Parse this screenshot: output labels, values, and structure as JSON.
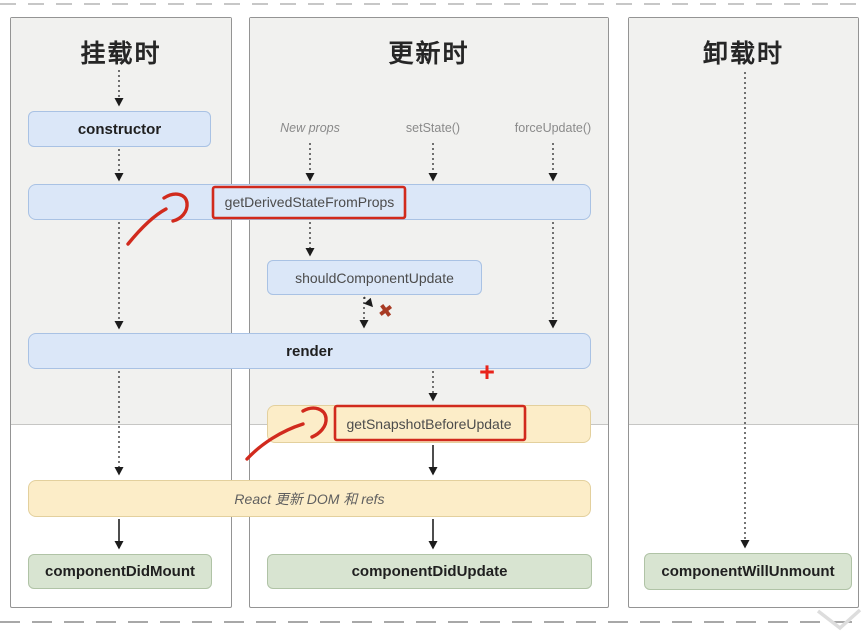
{
  "diagram": {
    "panels": [
      {
        "id": "mounting",
        "title": "挂载时"
      },
      {
        "id": "updating",
        "title": "更新时"
      },
      {
        "id": "unmounting",
        "title": "卸载时"
      }
    ],
    "triggers": {
      "new_props": "New props",
      "set_state": "setState()",
      "force_update": "forceUpdate()"
    },
    "nodes": {
      "ctor": "constructor",
      "get_derived": "getDerivedStateFromProps",
      "should_update": "shouldComponentUpdate",
      "render": "render",
      "get_snapshot": "getSnapshotBeforeUpdate",
      "react_updates": "React 更新 DOM 和 refs",
      "did_mount": "componentDidMount",
      "did_update": "componentDidUpdate",
      "will_unmount": "componentWillUnmount"
    },
    "annotations": {
      "skip_mark": "✖",
      "plus_mark": "+"
    },
    "colors": {
      "blue-fill": "#dbe7f8",
      "blue-border": "#a9c2e4",
      "green-fill": "#d8e4d1",
      "green-border": "#b0c3a6",
      "yellow-fill": "#fcedc8",
      "yellow-border": "#e3d09d",
      "red": "#d12a1d"
    }
  }
}
